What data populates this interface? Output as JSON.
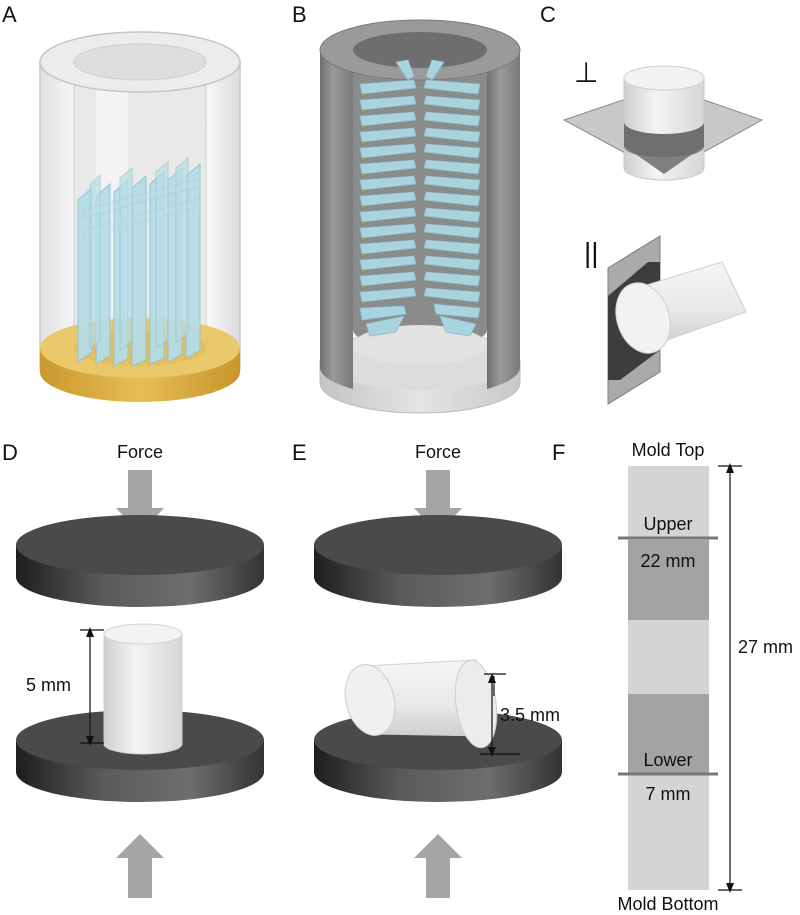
{
  "panels": {
    "a": "A",
    "b": "B",
    "c": "C",
    "d": "D",
    "e": "E",
    "f": "F"
  },
  "orientation": {
    "perpendicular": "⊥",
    "parallel": "||"
  },
  "compression": {
    "force_label": "Force",
    "d_height": "5 mm",
    "e_height": "3.5 mm"
  },
  "mold": {
    "top": "Mold Top",
    "bottom": "Mold Bottom",
    "upper": "Upper",
    "upper_pos": "22 mm",
    "lower": "Lower",
    "lower_pos": "7 mm",
    "total": "27 mm"
  },
  "colors": {
    "scaffold_blue": "#b6dde6",
    "gold_base": "#dcb04a",
    "mold_gray": "#8a8a8a",
    "platen_dark": "#3c3c3c",
    "sample_band": "#a3a3a3",
    "mold_strip": "#d4d4d4"
  }
}
